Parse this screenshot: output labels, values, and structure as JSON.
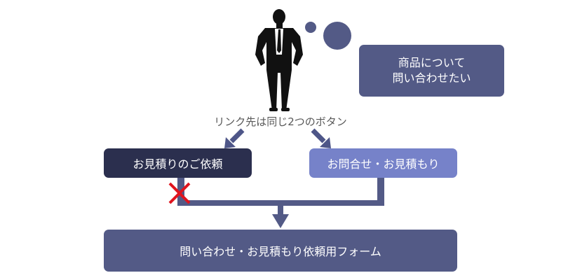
{
  "thought": {
    "line1": "商品について",
    "line2": "問い合わせたい"
  },
  "caption": "リンク先は同じ2つのボタン",
  "buttons": {
    "left": "お見積りのご依頼",
    "right": "お問合せ・お見積もり"
  },
  "form": "問い合わせ・お見積もり依頼用フォーム",
  "colors": {
    "primary": "#535a86",
    "dark": "#2b2f4e",
    "light": "#7682c9",
    "arrow": "#4e5688",
    "cross": "#e0141e",
    "caption": "#595959"
  },
  "icons": {
    "person": "businessman-silhouette-icon",
    "thought": "thought-bubble-icon",
    "cross": "cross-mark-icon"
  }
}
